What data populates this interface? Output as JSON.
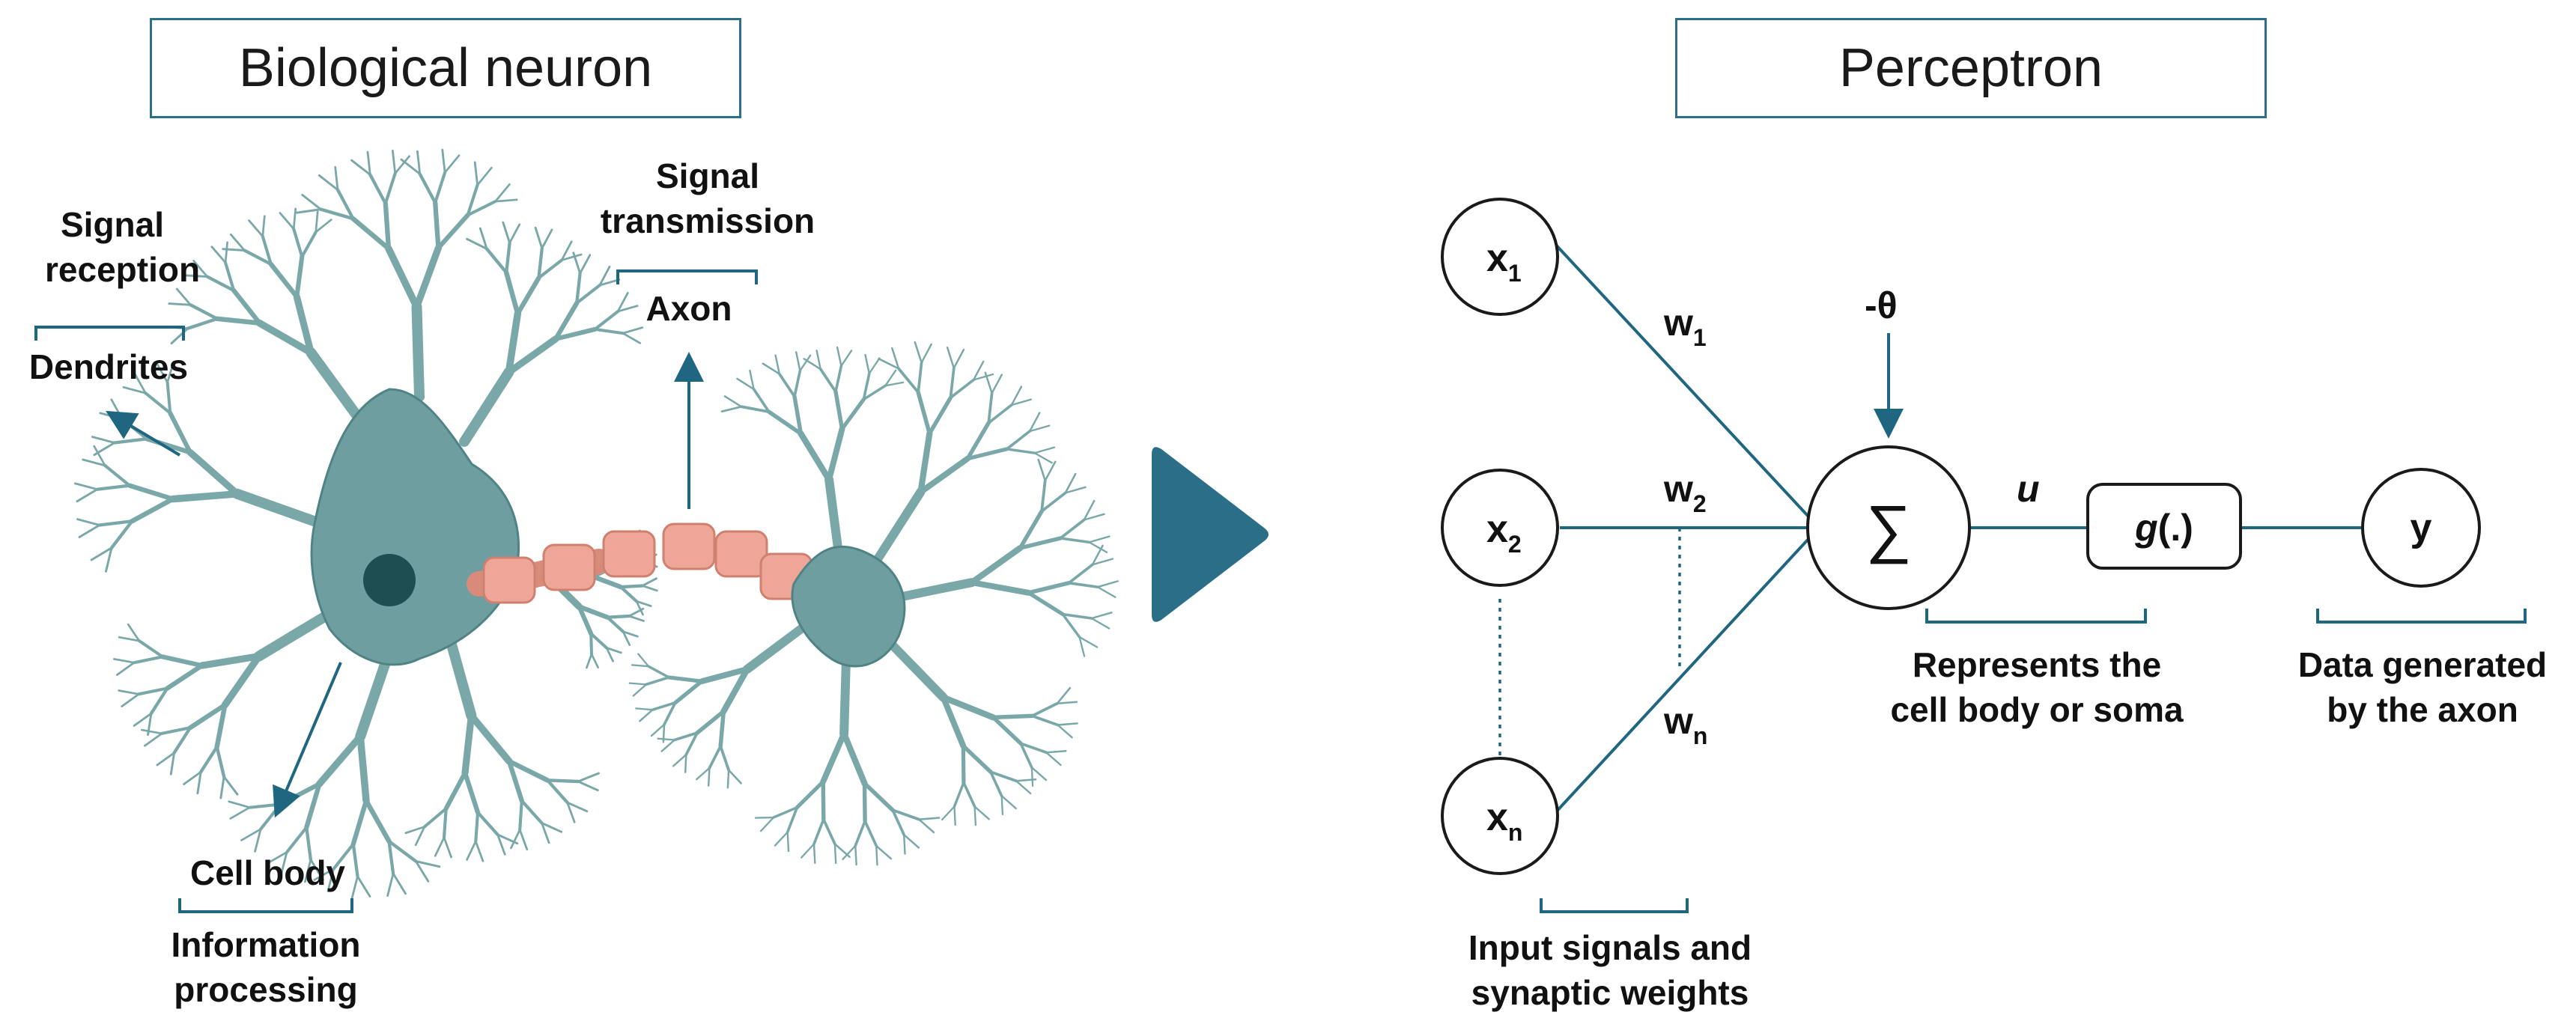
{
  "left_panel": {
    "title": "Biological neuron",
    "labels": {
      "signal_reception_1": "Signal",
      "signal_reception_2": "reception",
      "dendrites": "Dendrites",
      "signal_transmission_1": "Signal",
      "signal_transmission_2": "transmission",
      "axon": "Axon",
      "cell_body": "Cell body",
      "information_processing_1": "Information",
      "information_processing_2": "processing"
    }
  },
  "right_panel": {
    "title": "Perceptron",
    "inputs": {
      "x_base": "x",
      "x1_sub": "1",
      "x2_sub": "2",
      "xn_sub": "n"
    },
    "weights": {
      "w_base": "w",
      "w1_sub": "1",
      "w2_sub": "2",
      "wn_sub": "n"
    },
    "threshold": "-θ",
    "summation": "∑",
    "activation_input": "u",
    "activation_g": "g",
    "activation_args": "(.)",
    "output": "y",
    "caption_inputs_1": "Input signals and",
    "caption_inputs_2": "synaptic weights",
    "caption_soma_1": "Represents the",
    "caption_soma_2": "cell body or soma",
    "caption_output_1": "Data generated",
    "caption_output_2": "by the axon"
  },
  "colors": {
    "line": "#1f6680",
    "neuron_body": "#6f9ea0",
    "neuron_dark": "#1e4d52",
    "myelin": "#eea699",
    "arrow_fill": "#2a6f87"
  }
}
